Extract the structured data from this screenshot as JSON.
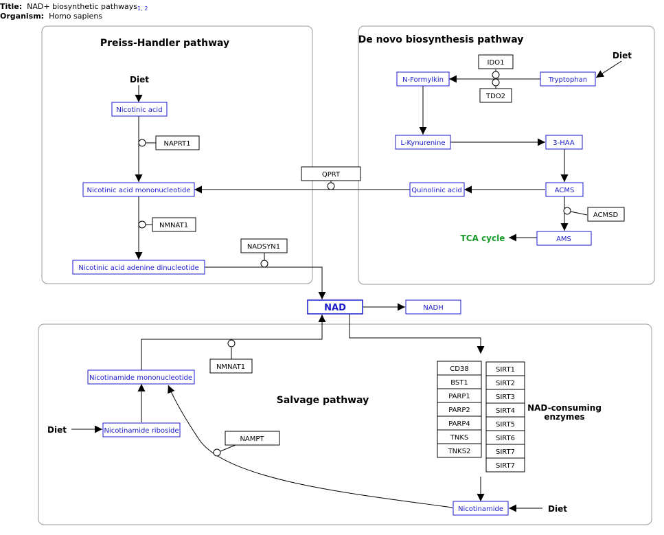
{
  "header": {
    "title_label": "Title:",
    "title": "NAD+ biosynthetic pathways",
    "title_refs": "1, 2",
    "organism_label": "Organism:",
    "organism": "Homo sapiens"
  },
  "colors": {
    "metabolite": "#1a1acc",
    "gene": "#000000",
    "group_border": "#9a9a9a",
    "tca_label": "#1a9a2a"
  },
  "groups": {
    "preiss_handler": "Preiss-Handler pathway",
    "de_novo": "De novo biosynthesis pathway",
    "salvage": "Salvage pathway"
  },
  "labels": {
    "diet_preiss": "Diet",
    "diet_denovo": "Diet",
    "diet_salvage_left": "Diet",
    "diet_salvage_right": "Diet",
    "tca_cycle": "TCA cycle",
    "nad_consuming": "NAD-consuming",
    "nad_consuming_2": "enzymes"
  },
  "metabolites": {
    "nicotinic_acid": "Nicotinic acid",
    "naMN": "Nicotinic acid mononucleotide",
    "naAD": "Nicotinic acid adenine dinucleotide",
    "n_formylkin": "N-Formylkin",
    "tryptophan": "Tryptophan",
    "l_kynurenine": "L-Kynurenine",
    "three_haa": "3-HAA",
    "quinolinic_acid": "Quinolinic acid",
    "acms": "ACMS",
    "ams": "AMS",
    "nad": "NAD",
    "nadh": "NADH",
    "nmn": "Nicotinamide mononucleotide",
    "nr": "Nicotinamide riboside",
    "nicotinamide": "Nicotinamide"
  },
  "genes": {
    "naprt1": "NAPRT1",
    "nmnat1_top": "NMNAT1",
    "nadsyn1": "NADSYN1",
    "qprt": "QPRT",
    "ido1": "IDO1",
    "tdo2": "TDO2",
    "acmsd": "ACMSD",
    "nmnat1_bottom": "NMNAT1",
    "nampt": "NAMPT"
  },
  "enzymes_left": [
    "CD38",
    "BST1",
    "PARP1",
    "PARP2",
    "PARP4",
    "TNKS",
    "TNKS2"
  ],
  "enzymes_right": [
    "SIRT1",
    "SIRT2",
    "SIRT3",
    "SIRT4",
    "SIRT5",
    "SIRT6",
    "SIRT7",
    "SIRT7"
  ]
}
